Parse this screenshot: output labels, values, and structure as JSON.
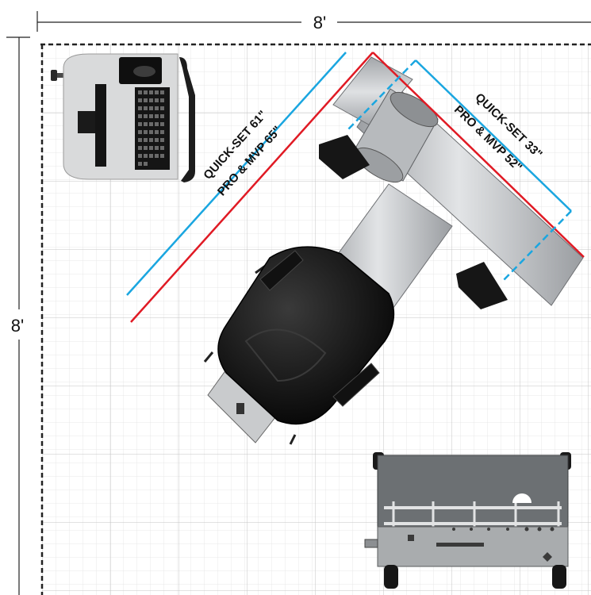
{
  "dimensions": {
    "width_label": "8'",
    "height_label": "8'"
  },
  "measurements": {
    "quickset_long": "QUICK-SET 61\"",
    "pro_mvp_long": "PRO & MVP 65\"",
    "quickset_short": "QUICK-SET 33\"",
    "pro_mvp_short": "PRO & MVP 52\""
  },
  "colors": {
    "quickset": "#1aa6e0",
    "pro_mvp": "#e01a24",
    "grid_minor": "#e3e3e3",
    "grid_major": "#c4c4c4",
    "boundary": "#222222"
  },
  "icons": {
    "operator_console": "console-icon",
    "imaging_arm": "c-arm-icon",
    "patient_chair": "chair-icon",
    "generator_cart": "cart-icon"
  }
}
